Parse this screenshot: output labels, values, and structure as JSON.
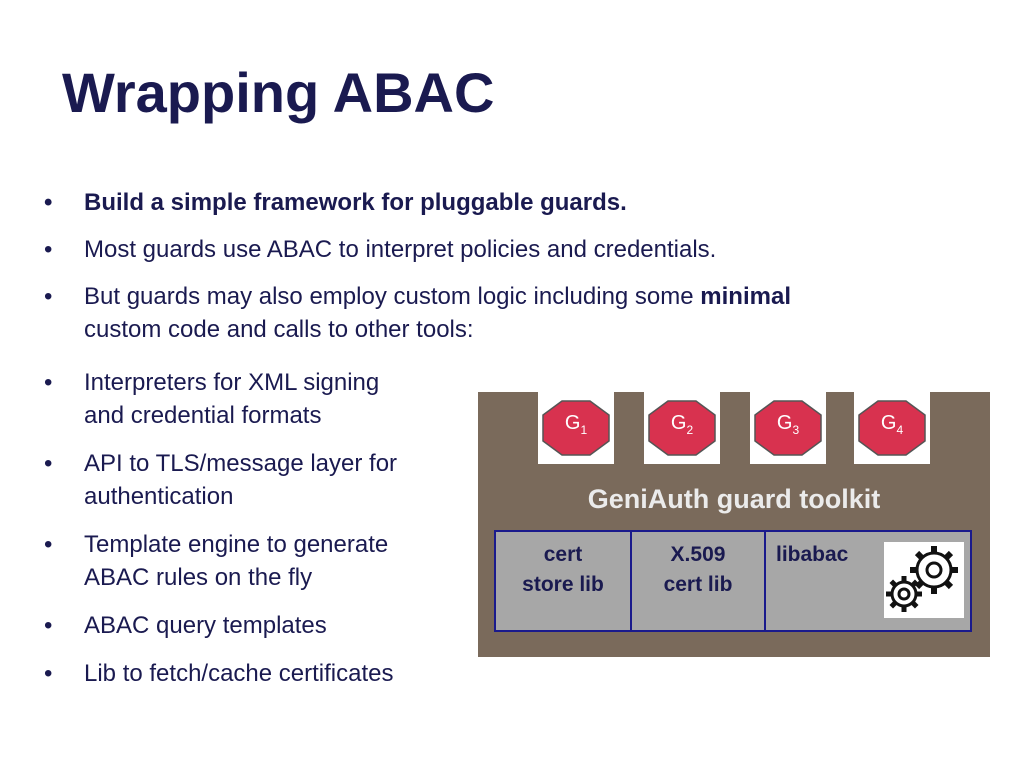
{
  "slide": {
    "title": "Wrapping ABAC",
    "bullets": [
      "Build a simple framework for pluggable guards.",
      "Most guards use ABAC to interpret policies and credentials.",
      {
        "before": "But guards may also employ custom logic including some ",
        "bold": "minimal",
        "line2": "custom code and calls to other tools:"
      }
    ],
    "sub_bullets": [
      {
        "line1": "Interpreters for XML signing",
        "line2": "and credential formats"
      },
      {
        "line1": "API to TLS/message layer for",
        "line2": "authentication"
      },
      {
        "line1": "Template engine to generate",
        "line2": "ABAC rules on the fly"
      },
      {
        "line1": "ABAC query templates",
        "line2": ""
      },
      {
        "line1": "Lib to fetch/cache certificates",
        "line2": ""
      }
    ],
    "bullet_symbol": "•"
  },
  "diagram": {
    "guards": [
      {
        "letter": "G",
        "index": "1"
      },
      {
        "letter": "G",
        "index": "2"
      },
      {
        "letter": "G",
        "index": "3"
      },
      {
        "letter": "G",
        "index": "4"
      }
    ],
    "toolkit_label": "GeniAuth guard toolkit",
    "libs": [
      {
        "line1": "cert",
        "line2": "store lib"
      },
      {
        "line1": "X.509",
        "line2": "cert lib"
      },
      {
        "line1": "libabac",
        "line2": ""
      }
    ],
    "icons": {
      "guards": "stop-sign-octagon-icon",
      "gears": "gears-icon"
    },
    "colors": {
      "title": "#1a1a50",
      "toolkit_bg": "#7a6a5b",
      "octagon_fill": "#d8324f",
      "lib_bg": "#a7a7a7",
      "lib_border": "#1a1a8c"
    }
  }
}
